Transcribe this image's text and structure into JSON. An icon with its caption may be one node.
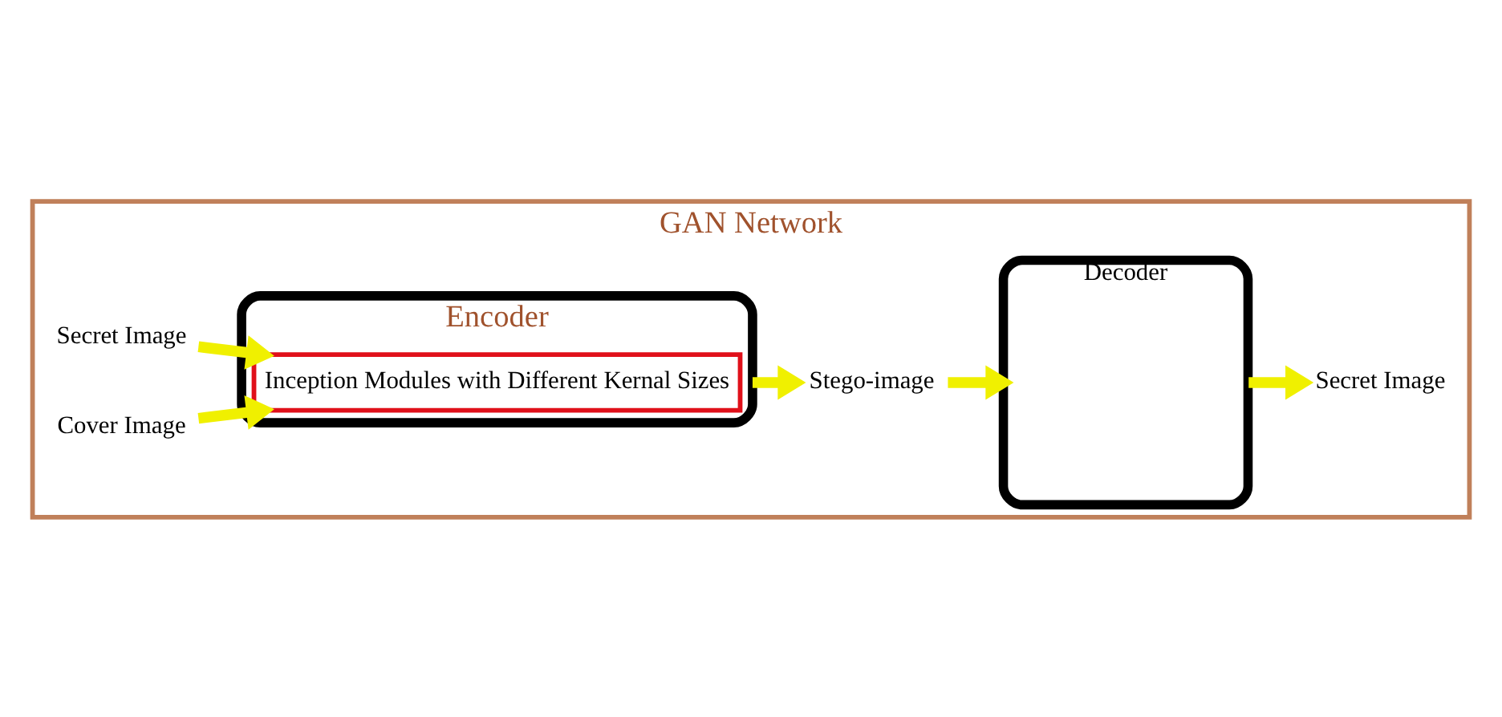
{
  "diagram": {
    "nodes": [
      {
        "text": [
          "GAN Network"
        ]
      },
      {
        "text": [
          "Encoder"
        ],
        "in": 0
      },
      {
        "text": [
          "Inception Modules with Different Kernal Sizes"
        ],
        "in": 1
      },
      {
        "text": [
          "Decoder"
        ],
        "in": 0
      },
      {
        "text": [
          "Secret Image"
        ],
        "in": 0
      },
      {
        "text": [
          "Cover Image"
        ],
        "in": 0
      },
      {
        "text": [
          "Stego-image"
        ],
        "in": 0
      },
      {
        "text": [
          "Secret Image"
        ],
        "in": 0
      }
    ],
    "edges": [
      {
        "from": 4,
        "to": 2,
        "arrow": "to",
        "color": "#f0f000"
      },
      {
        "from": 5,
        "to": 2,
        "arrow": "to",
        "color": "#f0f000"
      },
      {
        "from": 1,
        "to": 6,
        "arrow": "to",
        "color": "#f0f000"
      },
      {
        "from": 6,
        "to": 3,
        "arrow": "to",
        "color": "#f0f000"
      },
      {
        "from": 3,
        "to": 7,
        "arrow": "to",
        "color": "#f0f000"
      }
    ]
  }
}
